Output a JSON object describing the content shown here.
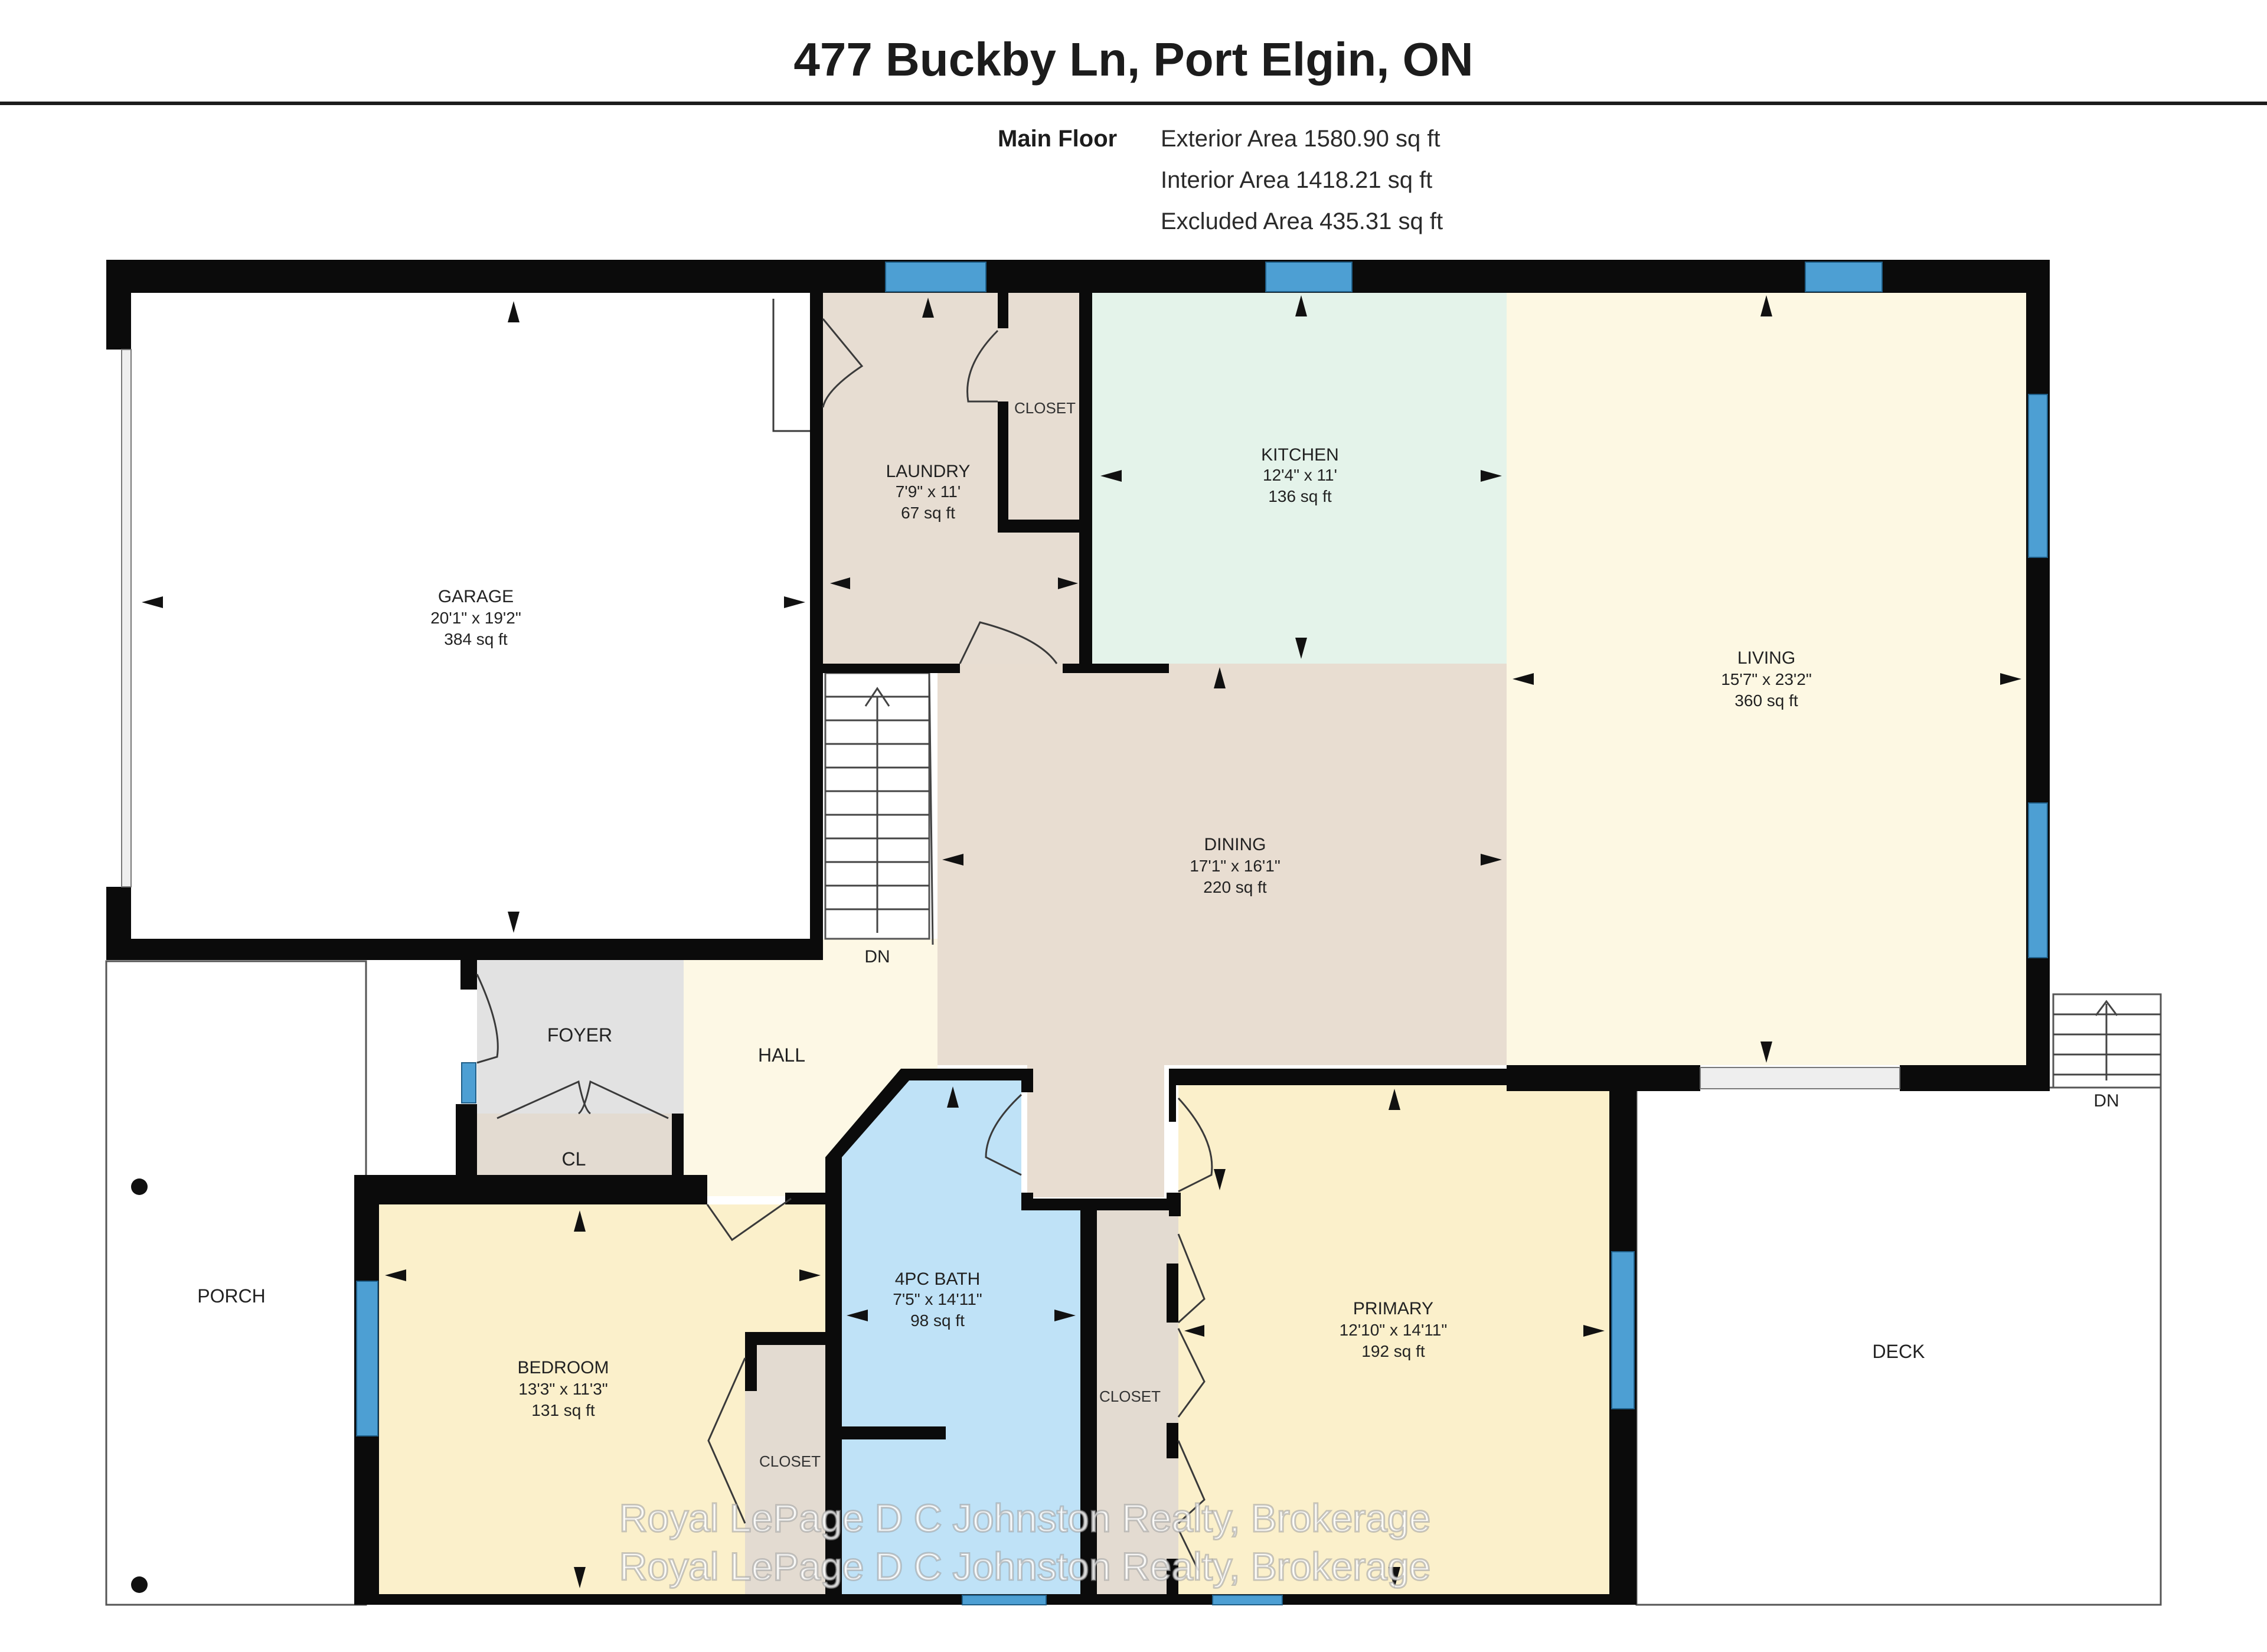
{
  "title": "477 Buckby Ln, Port Elgin, ON",
  "floor": {
    "label": "Main Floor",
    "exterior_area": "Exterior Area 1580.90 sq ft",
    "interior_area": "Interior Area 1418.21 sq ft",
    "excluded_area": "Excluded Area 435.31 sq ft"
  },
  "rooms": {
    "garage": {
      "name": "GARAGE",
      "dims": "20'1\" x 19'2\"",
      "area": "384 sq ft"
    },
    "laundry": {
      "name": "LAUNDRY",
      "dims": "7'9\" x 11'",
      "area": "67 sq ft"
    },
    "kitchen": {
      "name": "KITCHEN",
      "dims": "12'4\" x 11'",
      "area": "136 sq ft"
    },
    "living": {
      "name": "LIVING",
      "dims": "15'7\" x 23'2\"",
      "area": "360 sq ft"
    },
    "dining": {
      "name": "DINING",
      "dims": "17'1\" x 16'1\"",
      "area": "220 sq ft"
    },
    "bath": {
      "name": "4PC BATH",
      "dims": "7'5\" x 14'11\"",
      "area": "98 sq ft"
    },
    "primary": {
      "name": "PRIMARY",
      "dims": "12'10\" x 14'11\"",
      "area": "192 sq ft"
    },
    "bedroom": {
      "name": "BEDROOM",
      "dims": "13'3\" x 11'3\"",
      "area": "131 sq ft"
    }
  },
  "labels": {
    "closet_laundry": "CLOSET",
    "closet_bedroom": "CLOSET",
    "closet_primary": "CLOSET",
    "foyer": "FOYER",
    "hall": "HALL",
    "cl": "CL",
    "porch": "PORCH",
    "deck": "DECK",
    "stairs_down": "DN",
    "deck_stairs_down": "DN"
  },
  "watermark": "Royal LePage D C Johnston Realty, Brokerage",
  "colors": {
    "garage": "#ffffff",
    "laundry": "#e7ddd2",
    "kitchen": "#e4f3ea",
    "living": "#fdf8e3",
    "dining": "#e8ddd1",
    "bath": "#bfe2f7",
    "primary": "#fbf0cb",
    "bedroom": "#fbf0cb",
    "hall": "#fdf8e5",
    "foyer": "#e2e2e2",
    "closet": "#e3dbd1",
    "wall": "#0b0b0b",
    "window": "#4d9fd3"
  }
}
